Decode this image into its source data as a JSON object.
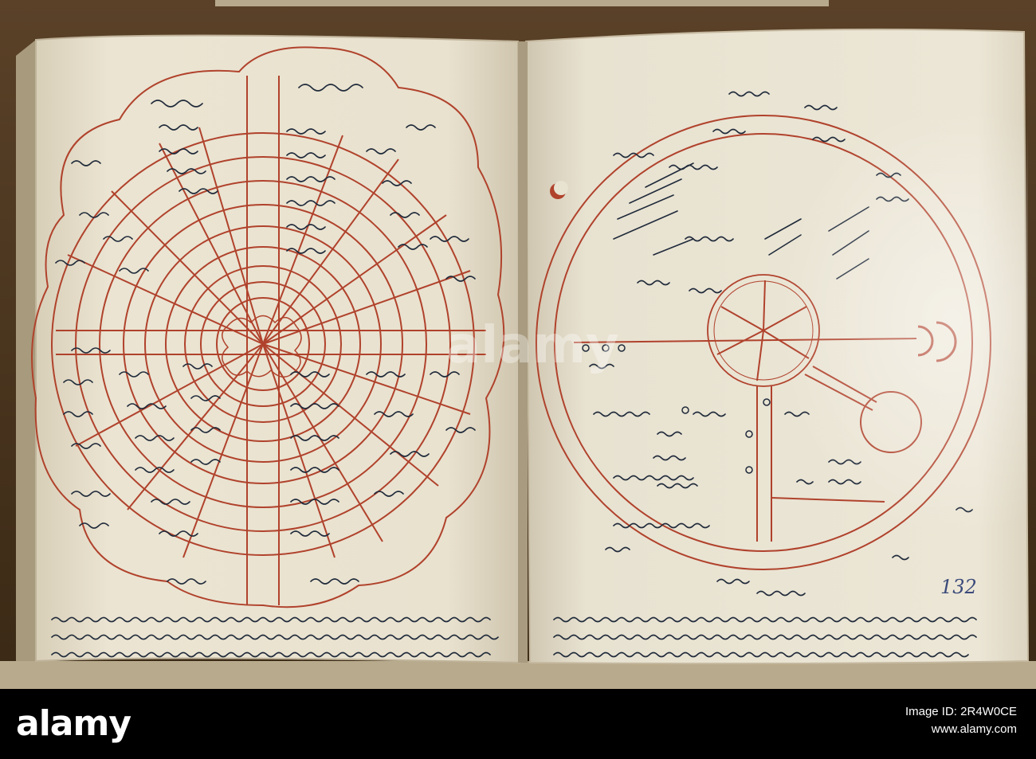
{
  "image": {
    "subject": "open-manuscript",
    "colors": {
      "wall": "#3e2c18",
      "page": "#e6dfcc",
      "red_ink": "#b0422c",
      "dark_ink": "#1f2a3a",
      "bar": "#000000"
    }
  },
  "manuscript": {
    "right_page_number": "132"
  },
  "watermark": {
    "brand": "alamy"
  },
  "stock_bar": {
    "logo": "alamy",
    "id_label": "Image ID:",
    "id_value": "2R4W0CE",
    "url": "www.alamy.com"
  }
}
